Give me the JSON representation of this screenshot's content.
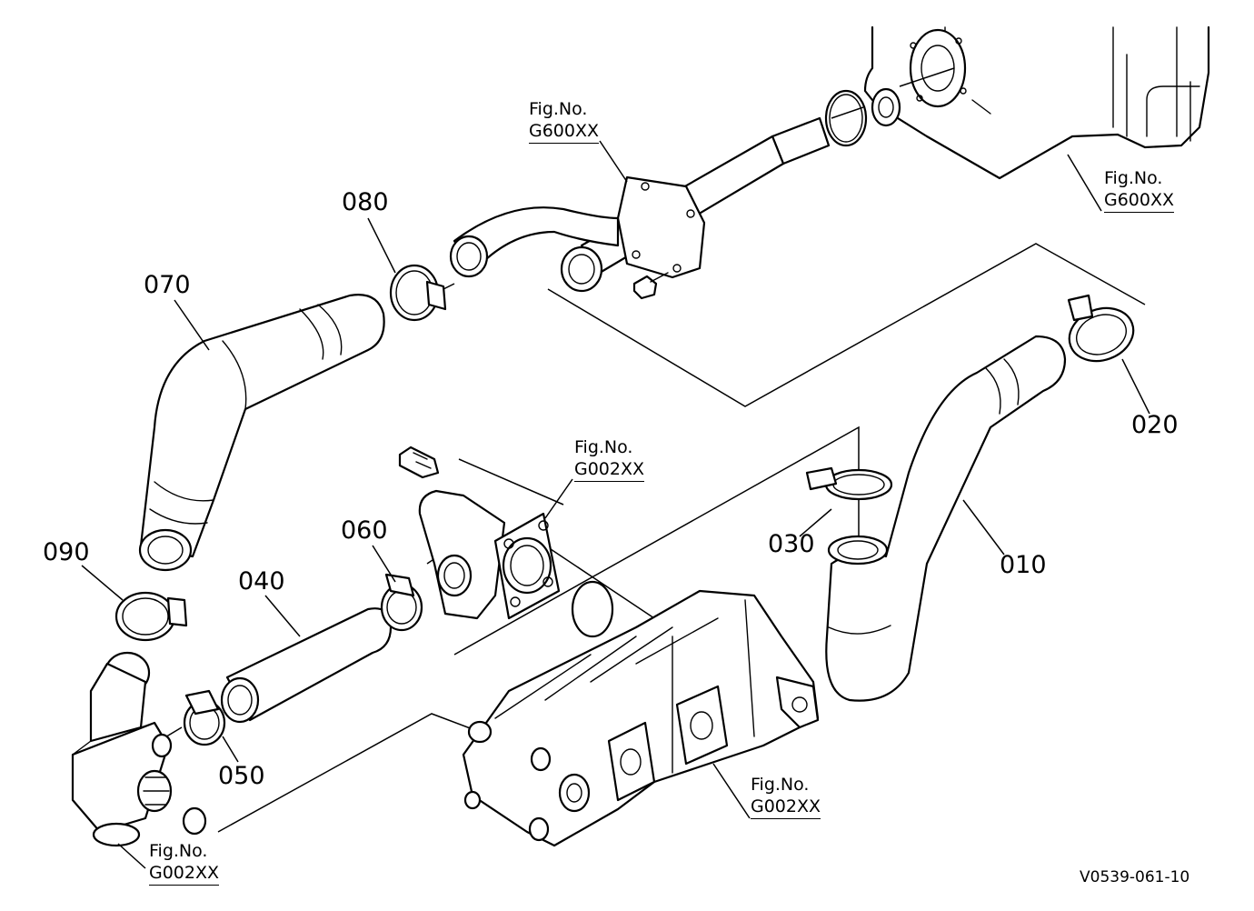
{
  "diagram": {
    "parts": [
      {
        "id": "010",
        "label": "010"
      },
      {
        "id": "020",
        "label": "020"
      },
      {
        "id": "030",
        "label": "030"
      },
      {
        "id": "040",
        "label": "040"
      },
      {
        "id": "050",
        "label": "050"
      },
      {
        "id": "060",
        "label": "060"
      },
      {
        "id": "070",
        "label": "070"
      },
      {
        "id": "080",
        "label": "080"
      },
      {
        "id": "090",
        "label": "090"
      }
    ],
    "figure_refs": [
      {
        "line1": "Fig.No.",
        "line2": "G600XX"
      },
      {
        "line1": "Fig.No.",
        "line2": "G600XX"
      },
      {
        "line1": "Fig.No.",
        "line2": "G002XX"
      },
      {
        "line1": "Fig.No.",
        "line2": "G002XX"
      },
      {
        "line1": "Fig.No.",
        "line2": "G002XX"
      }
    ],
    "drawing_id": "V0539-061-10"
  }
}
